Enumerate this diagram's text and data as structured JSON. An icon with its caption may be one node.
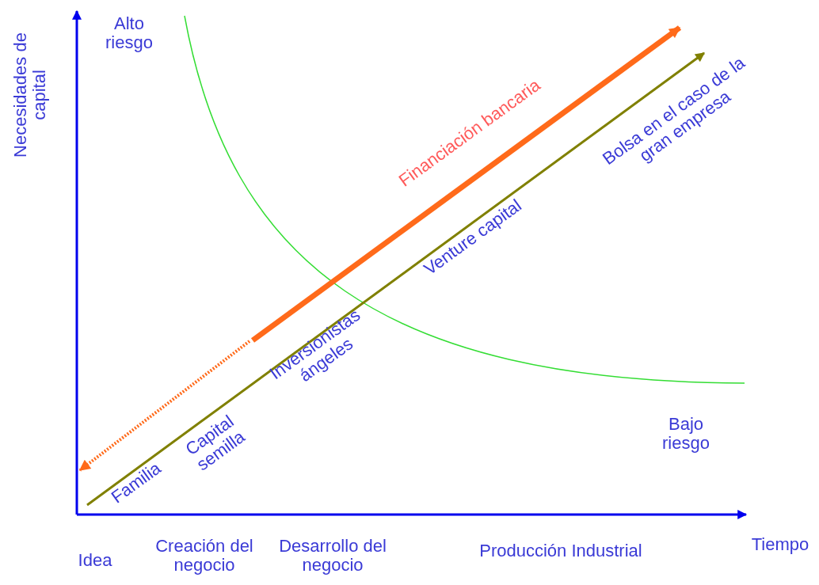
{
  "diagram": {
    "labels": [
      "Alto riesgo",
      "Necesidades de capital",
      "Financiación bancaria",
      "Bolsa en el caso de la gran empresa",
      "Venture capital",
      "Inversionistas ángeles",
      "Capital semilla",
      "Familia",
      "Bajo riesgo",
      "Idea",
      "Creación del negocio",
      "Desarrollo del negocio",
      "Producción Industrial",
      "Tiempo"
    ]
  }
}
